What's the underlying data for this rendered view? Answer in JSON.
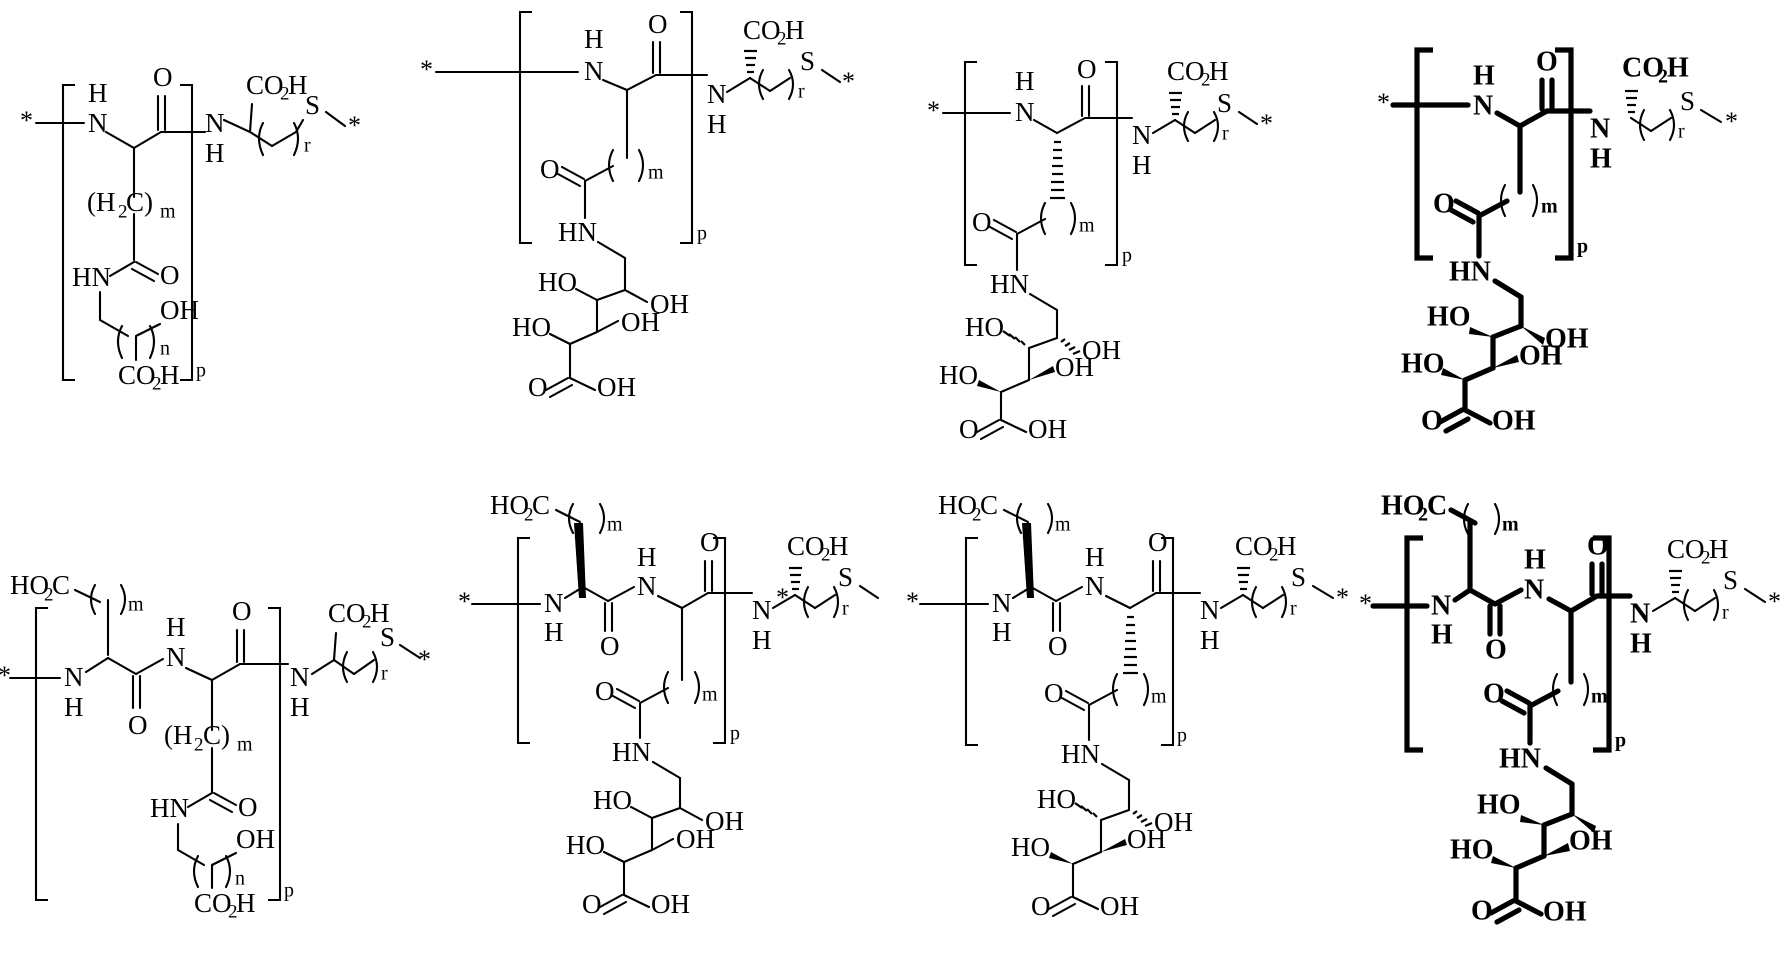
{
  "figure": {
    "title": "Glycopolypeptide polymer repeat-unit structures",
    "description": "Eight chemical structure drawings of polymer repeat units arranged in a 2 x 4 grid",
    "background_color": "#ffffff",
    "line_color": "#000000",
    "rows": 2,
    "columns": 4
  },
  "labels": {
    "star": "*",
    "N": "N",
    "H": "H",
    "HN": "HN",
    "O": "O",
    "S": "S",
    "OH": "OH",
    "HO": "HO",
    "CO2H_C": "CO",
    "CO2H_2": "2",
    "CO2H_H": "H",
    "HO2C_HO": "HO",
    "HO2C_2": "2",
    "HO2C_C": "C",
    "H2C_open": "(H",
    "H2C_2": "2",
    "H2C_C": "C)",
    "sub_m": "m",
    "sub_n": "n",
    "sub_r": "r",
    "sub_p": "p",
    "paren_open": "(",
    "paren_close": ")",
    "C_atom": "C",
    "COOH_O": "O",
    "COOH_OH": "OH"
  },
  "structures": [
    {
      "id": "structure-1",
      "position": "row1-col1",
      "style": "plain",
      "stereochemistry": false,
      "bracket_subscript": "p",
      "repeat_subscripts": [
        "m",
        "n",
        "r",
        "p"
      ],
      "side_chain": "hydroxy-carboxy alkyl",
      "atoms": [
        "N",
        "H",
        "O",
        "CO2H",
        "S",
        "HN",
        "OH",
        "CO2H"
      ],
      "backbone_label": "(H2C)m",
      "terminal_left": "*",
      "terminal_right": "*"
    },
    {
      "id": "structure-2",
      "position": "row1-col2",
      "style": "plain",
      "stereochemistry": false,
      "bracket_subscript": "p",
      "repeat_subscripts": [
        "m",
        "r",
        "p"
      ],
      "side_chain": "gluconamide sugar chain",
      "atoms": [
        "N",
        "H",
        "O",
        "CO2H",
        "S",
        "HN",
        "HO",
        "OH",
        "HO",
        "OH",
        "O",
        "OH"
      ],
      "terminal_left": "*",
      "terminal_right": "*"
    },
    {
      "id": "structure-3",
      "position": "row1-col3",
      "style": "stereo-hash",
      "stereochemistry": true,
      "bracket_subscript": "p",
      "repeat_subscripts": [
        "m",
        "r",
        "p"
      ],
      "side_chain": "gluconamide sugar chain with stereobonds",
      "atoms": [
        "N",
        "H",
        "O",
        "CO2H",
        "S",
        "HN",
        "HO",
        "OH",
        "HO",
        "OH",
        "O",
        "OH"
      ],
      "terminal_left": "*",
      "terminal_right": "*"
    },
    {
      "id": "structure-4",
      "position": "row1-col4",
      "style": "bold",
      "stereochemistry": true,
      "bracket_subscript": "p",
      "repeat_subscripts": [
        "m",
        "r",
        "p"
      ],
      "side_chain": "gluconamide sugar chain, bold bonds",
      "atoms": [
        "N",
        "H",
        "O",
        "CO2H",
        "S",
        "HN",
        "HO",
        "OH",
        "HO",
        "OH",
        "O",
        "OH"
      ],
      "terminal_left": "*",
      "terminal_right": "*"
    },
    {
      "id": "structure-5",
      "position": "row2-col1",
      "style": "plain",
      "stereochemistry": false,
      "bracket_subscript": "p",
      "repeat_subscripts": [
        "m",
        "m",
        "n",
        "r",
        "p"
      ],
      "side_chain": "glutamic acid plus hydroxy-carboxy alkyl",
      "atoms": [
        "HO2C",
        "N",
        "H",
        "O",
        "CO2H",
        "S",
        "HN",
        "OH",
        "CO2H"
      ],
      "backbone_label": "(H2C)m",
      "terminal_left": "",
      "terminal_right": "*"
    },
    {
      "id": "structure-6",
      "position": "row2-col2",
      "style": "stereo-wedge",
      "stereochemistry": true,
      "bracket_subscript": "p",
      "repeat_subscripts": [
        "m",
        "m",
        "r",
        "p"
      ],
      "side_chain": "glutamic acid plus gluconamide sugar chain",
      "atoms": [
        "HO2C",
        "N",
        "H",
        "O",
        "CO2H",
        "S",
        "HN",
        "HO",
        "OH",
        "HO",
        "OH",
        "O",
        "OH"
      ],
      "terminal_left": "*",
      "terminal_right": "*"
    },
    {
      "id": "structure-7",
      "position": "row2-col3",
      "style": "stereo-hash",
      "stereochemistry": true,
      "bracket_subscript": "p",
      "repeat_subscripts": [
        "m",
        "m",
        "r",
        "p"
      ],
      "side_chain": "glutamic acid plus gluconamide sugar chain",
      "atoms": [
        "HO2C",
        "N",
        "H",
        "O",
        "CO2H",
        "S",
        "HN",
        "HO",
        "OH",
        "HO",
        "OH",
        "O",
        "OH"
      ],
      "terminal_left": "*",
      "terminal_right": "*"
    },
    {
      "id": "structure-8",
      "position": "row2-col4",
      "style": "bold",
      "stereochemistry": true,
      "bracket_subscript": "p",
      "repeat_subscripts": [
        "m",
        "m",
        "r",
        "p"
      ],
      "side_chain": "glutamic acid plus gluconamide sugar chain, bold bonds",
      "atoms": [
        "HO2C",
        "N",
        "H",
        "O",
        "CO2H",
        "S",
        "HN",
        "HO",
        "OH",
        "HO",
        "OH",
        "O",
        "OH"
      ],
      "terminal_left": "*",
      "terminal_right": "*"
    }
  ]
}
